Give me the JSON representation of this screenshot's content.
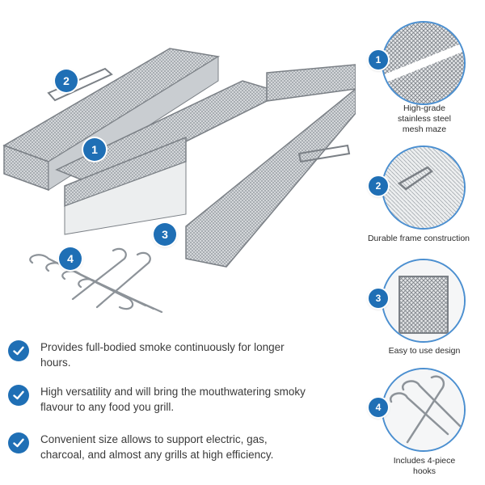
{
  "colors": {
    "accent": "#1f6fb5",
    "ring": "#4b8fd0",
    "metal": "#9aa0a6",
    "text": "#3a3a3a"
  },
  "main_badges": [
    {
      "number": "2"
    },
    {
      "number": "1"
    },
    {
      "number": "3"
    },
    {
      "number": "4"
    }
  ],
  "callouts": [
    {
      "number": "1",
      "lines": [
        "High-grade",
        "stainless steel",
        "mesh maze"
      ]
    },
    {
      "number": "2",
      "lines": [
        "Durable frame construction"
      ]
    },
    {
      "number": "3",
      "lines": [
        "Easy to use design"
      ]
    },
    {
      "number": "4",
      "lines": [
        "Includes 4-piece",
        "hooks"
      ]
    }
  ],
  "features": [
    {
      "icon": "check-icon",
      "lines": [
        "Provides full-bodied smoke continuously for longer",
        "hours."
      ]
    },
    {
      "icon": "check-icon",
      "lines": [
        "High versatility and will bring the mouthwatering smoky",
        "flavour to any food you grill."
      ]
    },
    {
      "icon": "check-icon",
      "lines": [
        "Convenient size allows to support electric, gas,",
        "charcoal, and almost any grills at high efficiency."
      ]
    }
  ]
}
